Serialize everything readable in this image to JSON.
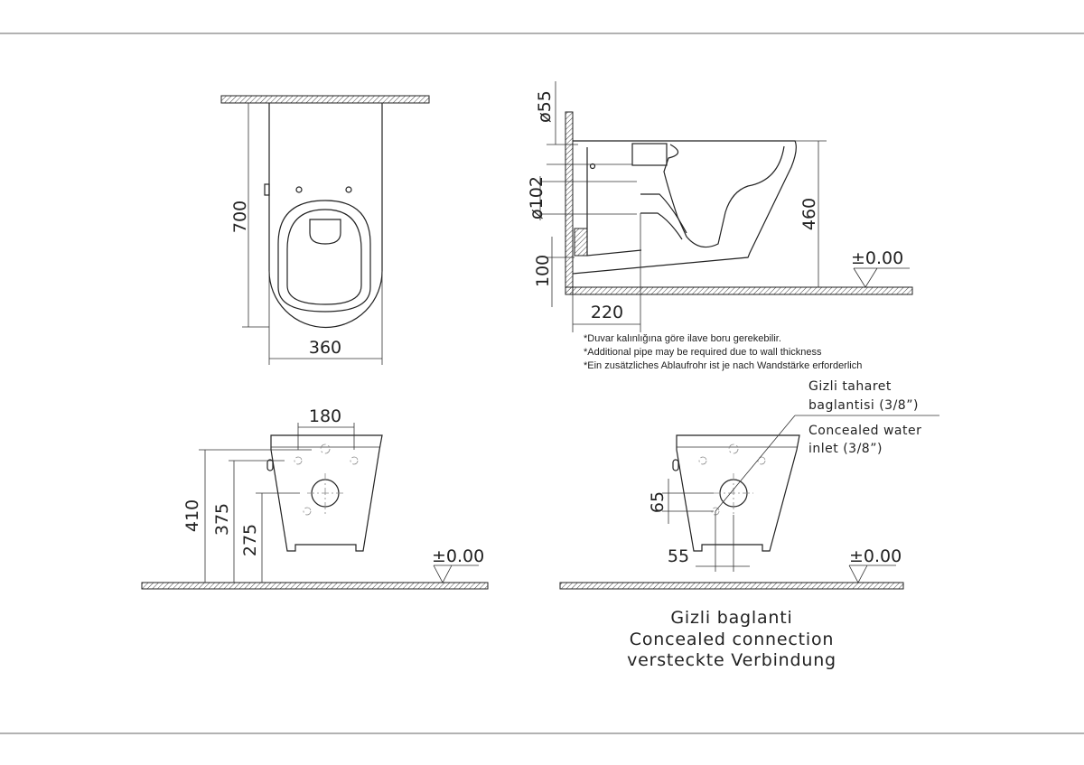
{
  "plan_view": {
    "dim_length": "700",
    "dim_width": "360"
  },
  "side_view": {
    "dim_inlet_diameter": "ø55",
    "dim_outlet_diameter": "ø102",
    "dim_outlet_height": "100",
    "dim_depth": "220",
    "dim_height": "460",
    "level_mark": "±0.00",
    "notes": [
      "*Duvar kalınlığına göre ilave boru gerekebilir.",
      "*Additional pipe may be required due to wall thickness",
      "*Ein zusätzliches Ablaufrohr ist je nach Wandstärke erforderlich"
    ]
  },
  "front_view": {
    "dim_bolt_spacing": "180",
    "dim_410": "410",
    "dim_375": "375",
    "dim_275": "275",
    "level_mark": "±0.00"
  },
  "concealed_view": {
    "label_tr_1": "Gizli  taharet",
    "label_tr_2": "baglantisi  (3/8”)",
    "label_en_1": "Concealed  water",
    "label_en_2": "inlet  (3/8”)",
    "dim_65": "65",
    "dim_55": "55",
    "level_mark": "±0.00",
    "caption": [
      "Gizli  baglanti",
      "Concealed  connection",
      "versteckte  Verbindung"
    ]
  }
}
